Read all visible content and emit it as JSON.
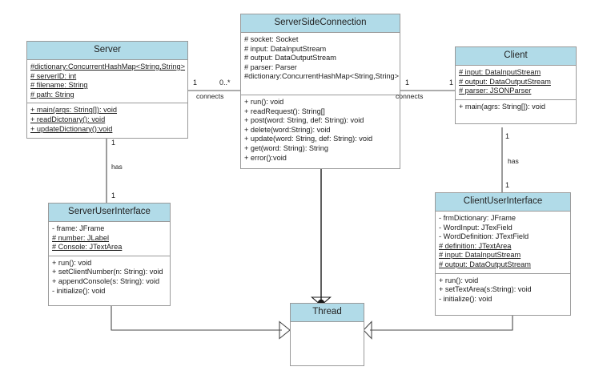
{
  "diagram": {
    "type": "uml-class-diagram",
    "background": "#ffffff",
    "header_color": "#b1dbe8",
    "border_color": "#9a9a9a"
  },
  "classes": {
    "server": {
      "name": "Server",
      "attributes": [
        "#dictionary:ConcurrentHashMap<String,String>",
        "# serverID: int",
        "# filename: String",
        "# path: String"
      ],
      "methods": [
        "+ main(args: String[]): void",
        "+ readDictonary(): void",
        "+ updateDictionary():void"
      ]
    },
    "server_side_connection": {
      "name": "ServerSideConnection",
      "attributes": [
        "# socket: Socket",
        "# input: DataInputStream",
        "# output: DataOutputStream",
        "# parser: Parser",
        "#dictionary:ConcurrentHashMap<String,String>"
      ],
      "methods": [
        "+ run(): void",
        "+ readRequest(): String[]",
        "+ post(word: String, def: String): void",
        "+ delete(word:String): void",
        "+ update(word: String, def: String): void",
        "+ get(word: String): String",
        "+ error():void"
      ]
    },
    "client": {
      "name": "Client",
      "attributes": [
        "# input: DataInputStream",
        "# output: DataOutputStream",
        "# parser: JSONParser"
      ],
      "methods": [
        "+ main(agrs: String[]): void"
      ]
    },
    "server_user_interface": {
      "name": "ServerUserInterface",
      "attributes": [
        "- frame: JFrame",
        "# number: JLabel",
        "# Console: JTextArea"
      ],
      "methods": [
        "+ run(): void",
        "+ setClientNumber(n: String): void",
        "+ appendConsole(s: String): void",
        "- initialize(): void"
      ]
    },
    "client_user_interface": {
      "name": "ClientUserInterface",
      "attributes": [
        "- frmDictionary: JFrame",
        "- WordInput: JTexField",
        "- WordDefinition: JTextField",
        "# definition: JTextArea",
        "# input: DataInputStream",
        "# output: DataOutputStream"
      ],
      "methods": [
        "+ run(): void",
        "+ setTextArea(s:String): void",
        "- initialize(): void"
      ]
    },
    "thread": {
      "name": "Thread",
      "attributes": [],
      "methods": []
    }
  },
  "relationships": {
    "server_to_ssc": {
      "label": "connects",
      "source_multiplicity": "1",
      "target_multiplicity": "0..*"
    },
    "ssc_to_client": {
      "label": "connects",
      "source_multiplicity": "1",
      "target_multiplicity": "1"
    },
    "server_has_sui": {
      "label": "has",
      "source_multiplicity": "1",
      "target_multiplicity": "1"
    },
    "client_has_cui": {
      "label": "has",
      "source_multiplicity": "1",
      "target_multiplicity": "1"
    },
    "ssc_extends_thread": {
      "label": ""
    },
    "sui_extends_thread": {
      "label": ""
    },
    "cui_extends_thread": {
      "label": ""
    }
  }
}
